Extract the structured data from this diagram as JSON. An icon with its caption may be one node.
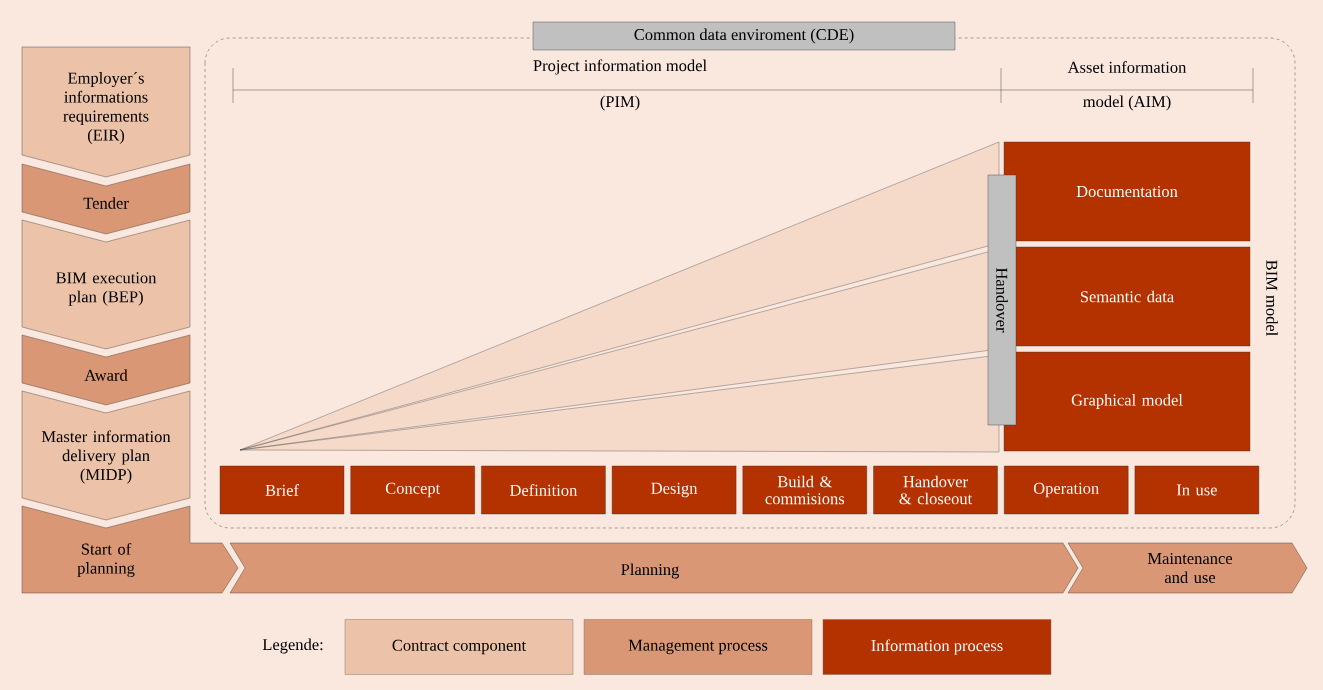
{
  "diagram": {
    "nodes": [
      {
        "text": [
          "Common data enviroment (CDE)"
        ]
      },
      {
        "text": [
          "Employer´s informations requirements (EIR)"
        ]
      },
      {
        "text": [
          "Tender"
        ]
      },
      {
        "text": [
          "BIM execution plan (BEP)"
        ]
      },
      {
        "text": [
          "Award"
        ]
      },
      {
        "text": [
          "Master information delivery plan (MIDP)"
        ]
      },
      {
        "text": [
          "Start of planning"
        ]
      },
      {
        "text": [
          "Documentation"
        ],
        "in": 0
      },
      {
        "text": [
          "Semantic data"
        ],
        "in": 0
      },
      {
        "text": [
          "Graphical model"
        ],
        "in": 0
      },
      {
        "text": [
          "Handover"
        ],
        "in": 0
      },
      {
        "text": [
          "Brief"
        ],
        "in": 0
      },
      {
        "text": [
          "Concept"
        ],
        "in": 0
      },
      {
        "text": [
          "Definition"
        ],
        "in": 0
      },
      {
        "text": [
          "Design"
        ],
        "in": 0
      },
      {
        "text": [
          "Build & commisions"
        ],
        "in": 0
      },
      {
        "text": [
          "Handover & closeout"
        ],
        "in": 0
      },
      {
        "text": [
          "Operation"
        ],
        "in": 0
      },
      {
        "text": [
          "In use"
        ],
        "in": 0
      },
      {
        "text": [
          "Planning"
        ]
      },
      {
        "text": [
          "Maintenance and use"
        ]
      }
    ],
    "labels": [
      "Project information model",
      "Asset information",
      "(PIM)",
      "model (AIM)",
      "BIM model",
      "Legende:"
    ],
    "legend": [
      {
        "text": "Contract component",
        "color": "#ecc3a8"
      },
      {
        "text": "Management process",
        "color": "#d99775"
      },
      {
        "text": "Information process",
        "color": "#b33200"
      }
    ]
  }
}
